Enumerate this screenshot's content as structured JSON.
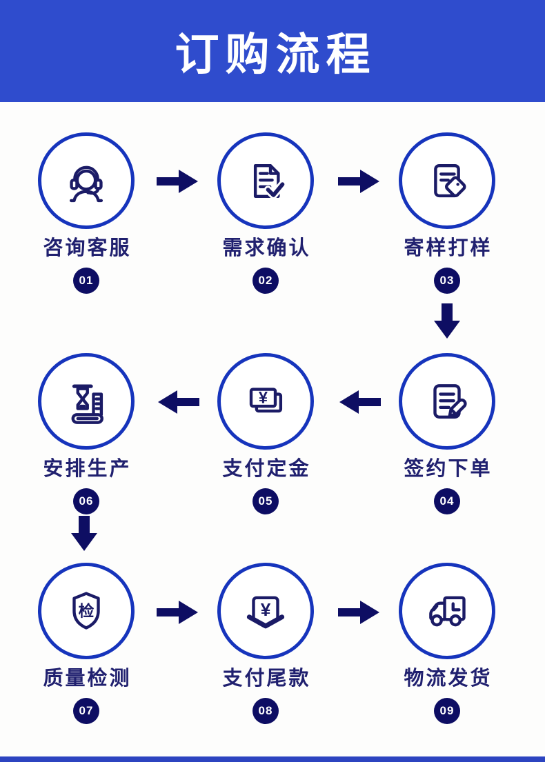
{
  "header": {
    "title": "订购流程"
  },
  "colors": {
    "banner_bg": "#2f4ccd",
    "circle_border": "#1634bc",
    "icon_stroke": "#1b1b66",
    "arrow_fill": "#0e0e63",
    "badge_bg": "#0d0d63",
    "badge_text": "#ffffff",
    "label_text": "#20206f",
    "footer_bar": "#2c44c0"
  },
  "steps": [
    {
      "num": "01",
      "label": "咨询客服",
      "icon": "headset-agent-icon"
    },
    {
      "num": "02",
      "label": "需求确认",
      "icon": "document-check-icon"
    },
    {
      "num": "03",
      "label": "寄样打样",
      "icon": "document-tag-icon"
    },
    {
      "num": "04",
      "label": "签约下单",
      "icon": "document-pencil-icon"
    },
    {
      "num": "05",
      "label": "支付定金",
      "icon": "banknotes-yuan-icon",
      "icon_char": "¥"
    },
    {
      "num": "06",
      "label": "安排生产",
      "icon": "hourglass-production-icon"
    },
    {
      "num": "07",
      "label": "质量检测",
      "icon": "shield-inspect-icon",
      "icon_char": "检"
    },
    {
      "num": "08",
      "label": "支付尾款",
      "icon": "yuan-insert-icon",
      "icon_char": "¥"
    },
    {
      "num": "09",
      "label": "物流发货",
      "icon": "delivery-truck-icon"
    }
  ],
  "arrows": [
    {
      "from": "01",
      "to": "02",
      "direction": "right"
    },
    {
      "from": "02",
      "to": "03",
      "direction": "right"
    },
    {
      "from": "03",
      "to": "04",
      "direction": "down"
    },
    {
      "from": "04",
      "to": "05",
      "direction": "left"
    },
    {
      "from": "05",
      "to": "06",
      "direction": "left"
    },
    {
      "from": "06",
      "to": "07",
      "direction": "down"
    },
    {
      "from": "07",
      "to": "08",
      "direction": "right"
    },
    {
      "from": "08",
      "to": "09",
      "direction": "right"
    }
  ]
}
